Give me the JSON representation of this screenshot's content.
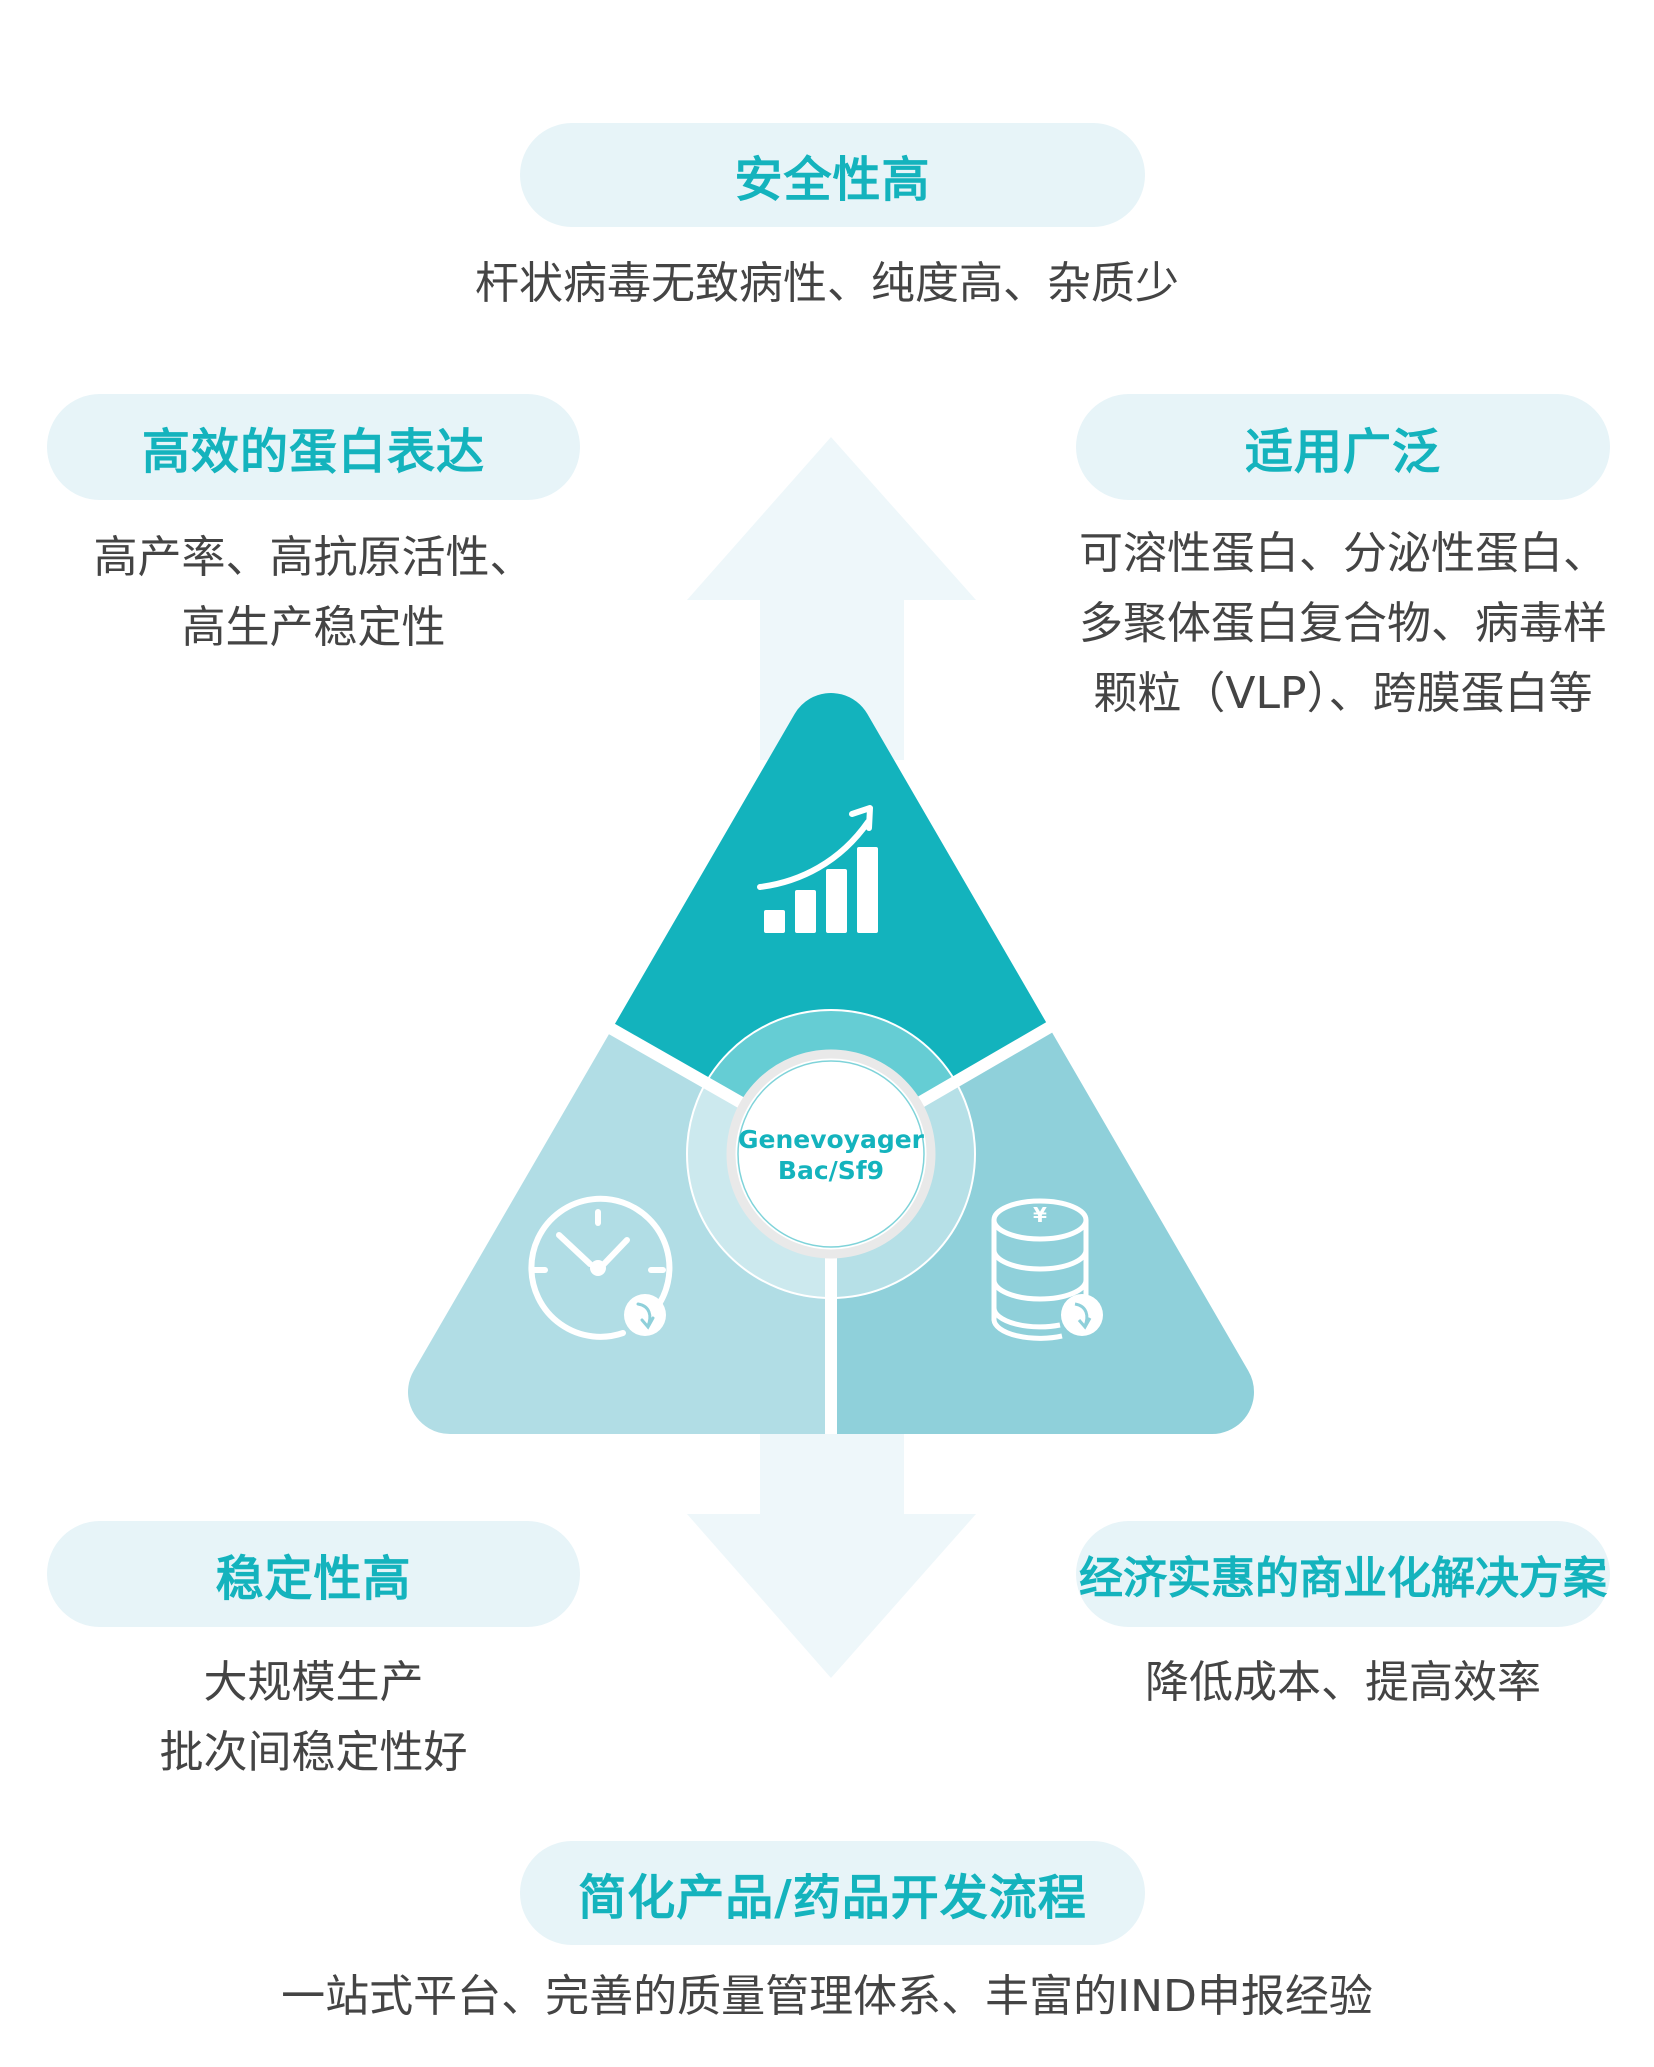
{
  "center": {
    "line1": "Genevoyager",
    "line2": "Bac/Sf9"
  },
  "features": {
    "safety": {
      "title": "安全性高",
      "desc": "杆状病毒无致病性、纯度高、杂质少"
    },
    "expression": {
      "title": "高效的蛋白表达",
      "lines": [
        "高产率、高抗原活性、",
        "高生产稳定性"
      ]
    },
    "applicability": {
      "title": "适用广泛",
      "lines": [
        "可溶性蛋白、分泌性蛋白、",
        "多聚体蛋白复合物、病毒样",
        "颗粒（VLP）、跨膜蛋白等"
      ]
    },
    "stability": {
      "title": "稳定性高",
      "lines": [
        "大规模生产",
        "批次间稳定性好"
      ]
    },
    "economy": {
      "title": "经济实惠的商业化解决方案",
      "desc": "降低成本、提高效率"
    },
    "process": {
      "title": "简化产品/药品开发流程",
      "desc": "一站式平台、完善的质量管理体系、丰富的IND申报经验"
    }
  },
  "icons": {
    "top": "bar-chart-growth-icon",
    "left": "clock-icon",
    "right": "coin-stack-icon",
    "currency_symbol": "¥"
  },
  "colors": {
    "accent": "#14b3bd",
    "pill_bg": "#e7f4f8",
    "text": "#444444",
    "left_segment": "#b1dde5",
    "right_segment": "#8fd0da"
  }
}
